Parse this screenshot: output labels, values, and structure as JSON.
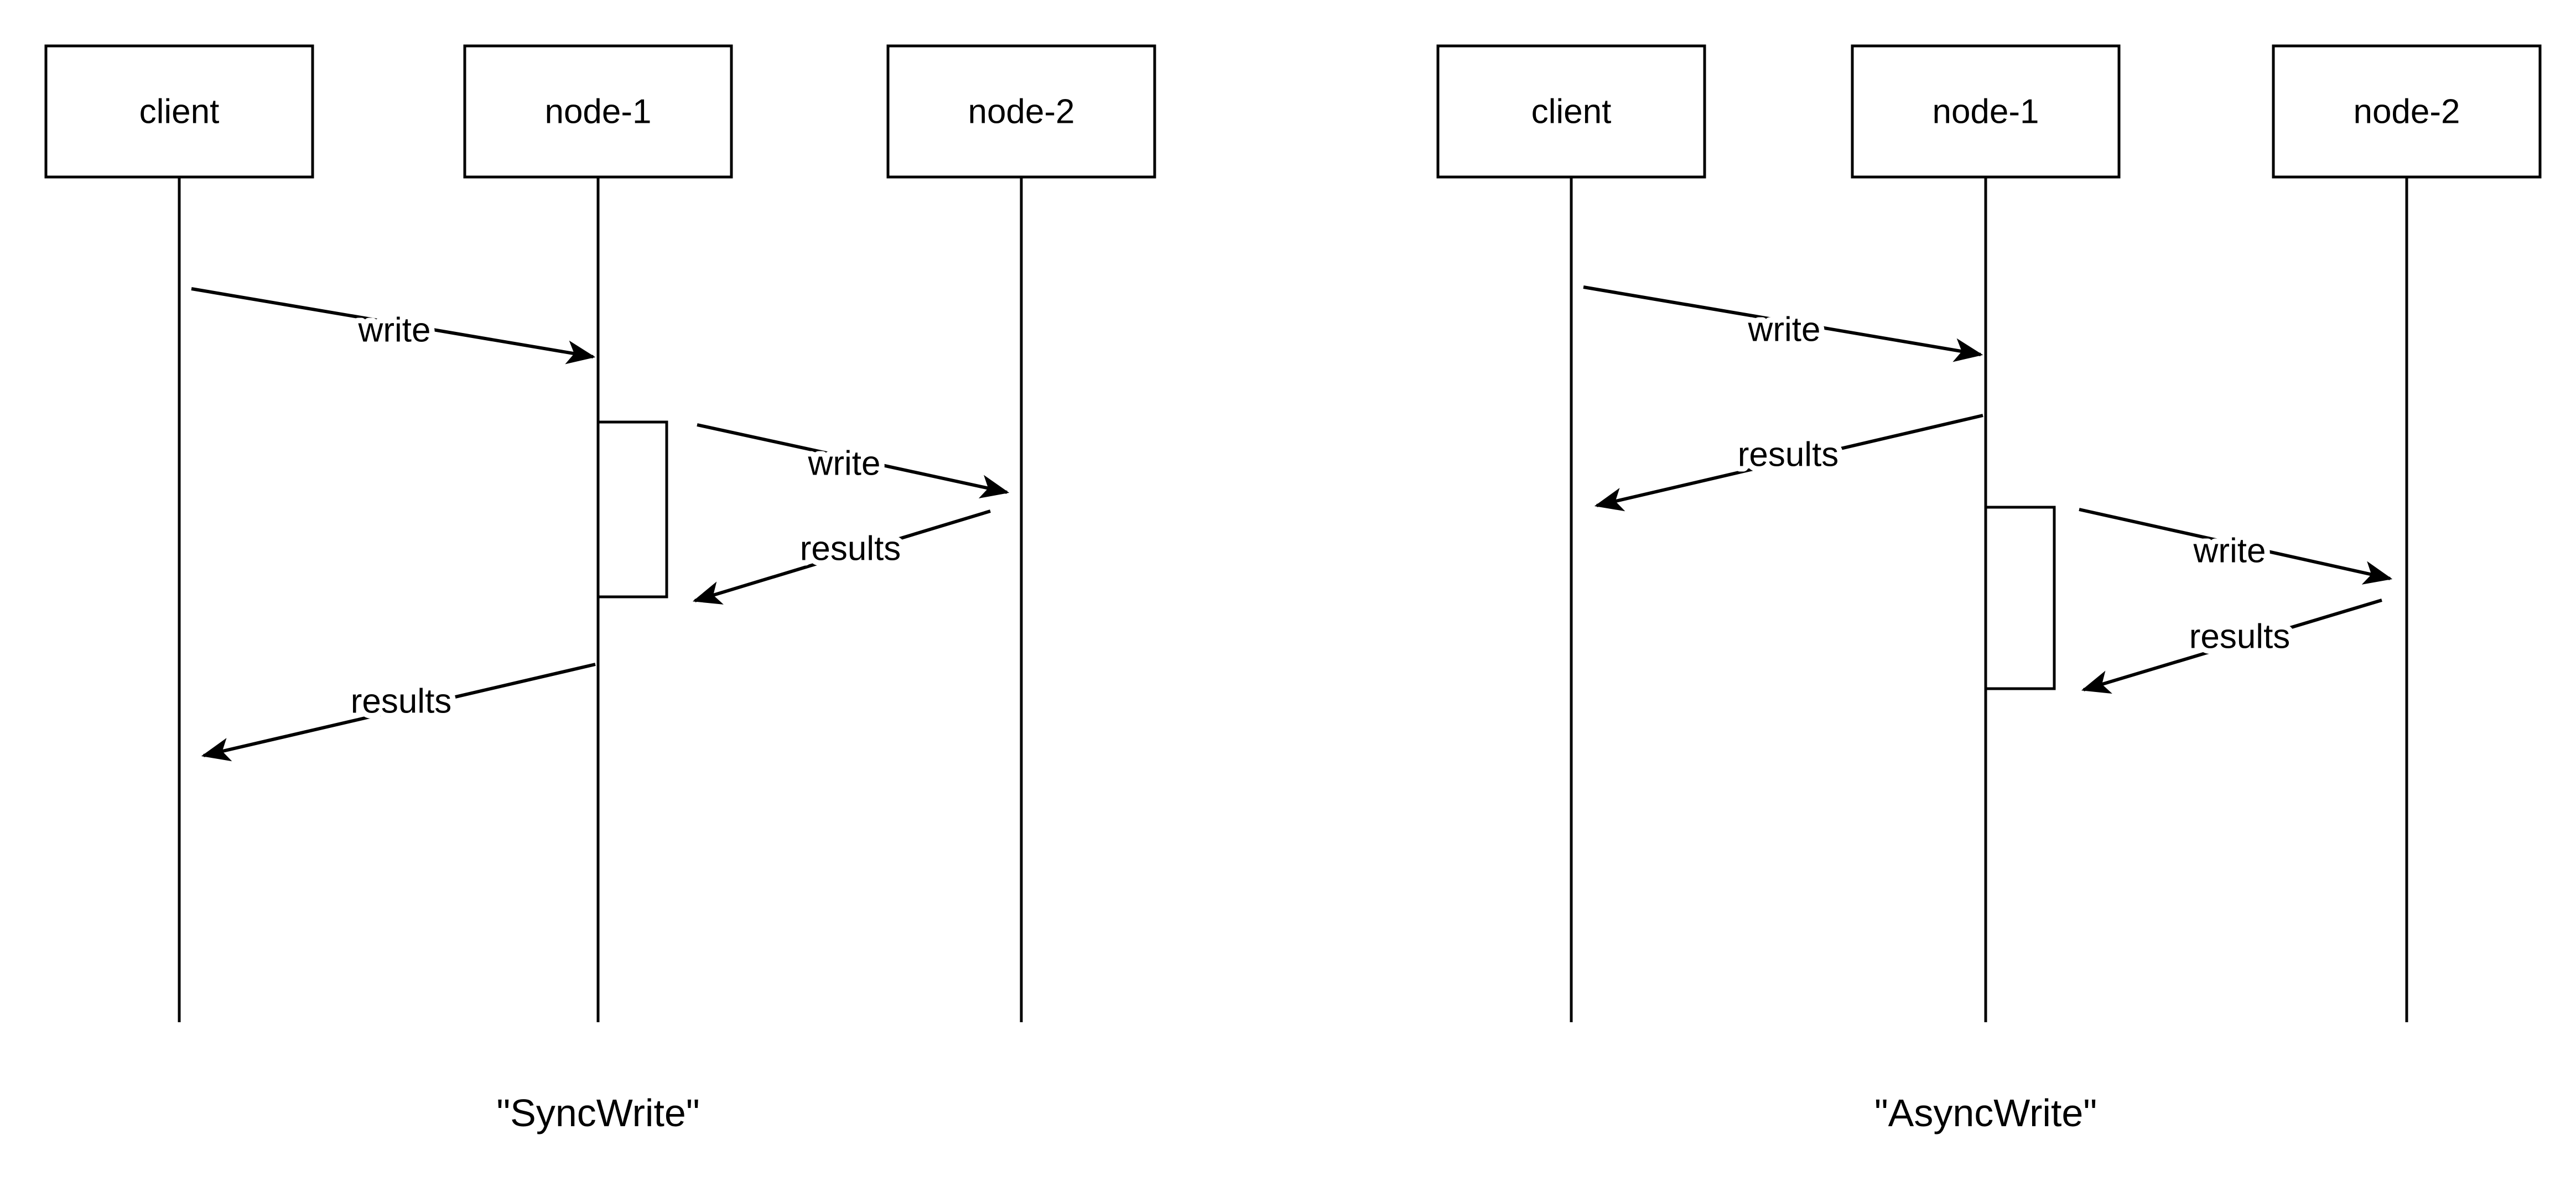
{
  "canvas": {
    "background": "#ffffff",
    "stroke_color": "#000000",
    "text_color": "#000000"
  },
  "diagrams": [
    {
      "caption": "\"SyncWrite\"",
      "actors": [
        {
          "label": "client"
        },
        {
          "label": "node-1"
        },
        {
          "label": "node-2"
        }
      ],
      "messages": [
        {
          "from": "client",
          "to": "node-1",
          "label": "write"
        },
        {
          "from": "node-1",
          "to": "node-2",
          "label": "write"
        },
        {
          "from": "node-2",
          "to": "node-1",
          "label": "results"
        },
        {
          "from": "node-1",
          "to": "client",
          "label": "results"
        }
      ]
    },
    {
      "caption": "\"AsyncWrite\"",
      "actors": [
        {
          "label": "client"
        },
        {
          "label": "node-1"
        },
        {
          "label": "node-2"
        }
      ],
      "messages": [
        {
          "from": "client",
          "to": "node-1",
          "label": "write"
        },
        {
          "from": "node-1",
          "to": "client",
          "label": "results"
        },
        {
          "from": "node-1",
          "to": "node-2",
          "label": "write"
        },
        {
          "from": "node-2",
          "to": "node-1",
          "label": "results"
        }
      ]
    }
  ]
}
